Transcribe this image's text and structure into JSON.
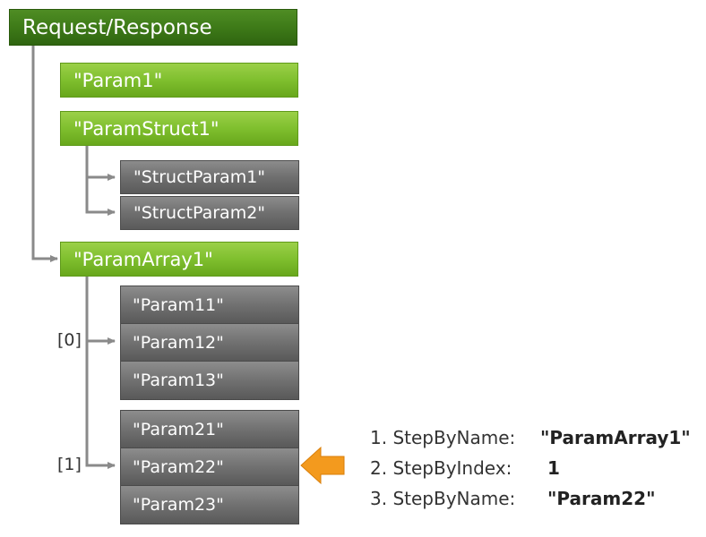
{
  "root": {
    "label": "Request/Response"
  },
  "nodes": {
    "param1": "\"Param1\"",
    "param_struct1": "\"ParamStruct1\"",
    "struct_param1": "\"StructParam1\"",
    "struct_param2": "\"StructParam2\"",
    "param_array1": "\"ParamArray1\""
  },
  "array": [
    {
      "index": "[0]",
      "items": [
        "\"Param11\"",
        "\"Param12\"",
        "\"Param13\""
      ]
    },
    {
      "index": "[1]",
      "items": [
        "\"Param21\"",
        "\"Param22\"",
        "\"Param23\""
      ]
    }
  ],
  "steps": [
    {
      "label": "1. StepByName:",
      "value": "\"ParamArray1\""
    },
    {
      "label": "2. StepByIndex:",
      "value": "1"
    },
    {
      "label": "3. StepByName:",
      "value": "\"Param22\""
    }
  ],
  "colors": {
    "root_green": "#3e7a18",
    "node_green": "#7fbf2e",
    "node_gray": "#707070",
    "pointer_orange": "#f39a1e",
    "connector_gray": "#8a8a8a"
  }
}
